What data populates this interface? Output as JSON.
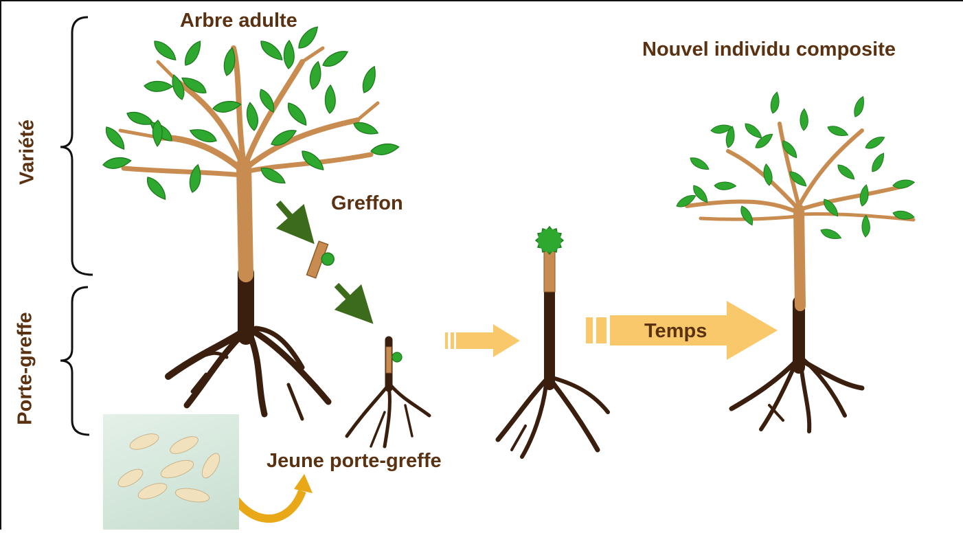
{
  "labels": {
    "adult_tree": "Arbre adulte",
    "new_individual": "Nouvel individu composite",
    "scion": "Greffon",
    "young_rootstock": "Jeune porte-greffe",
    "time": "Temps",
    "variety": "Variété",
    "rootstock": "Porte-greffe"
  },
  "colors": {
    "leaf": "#2ea82e",
    "leaf_dark": "#1d7a1d",
    "branch": "#c98c50",
    "root": "#3b1f0e",
    "arrow_green": "#3d6b1c",
    "arrow_yellow": "#f9c86a",
    "text": "#5a3212"
  }
}
